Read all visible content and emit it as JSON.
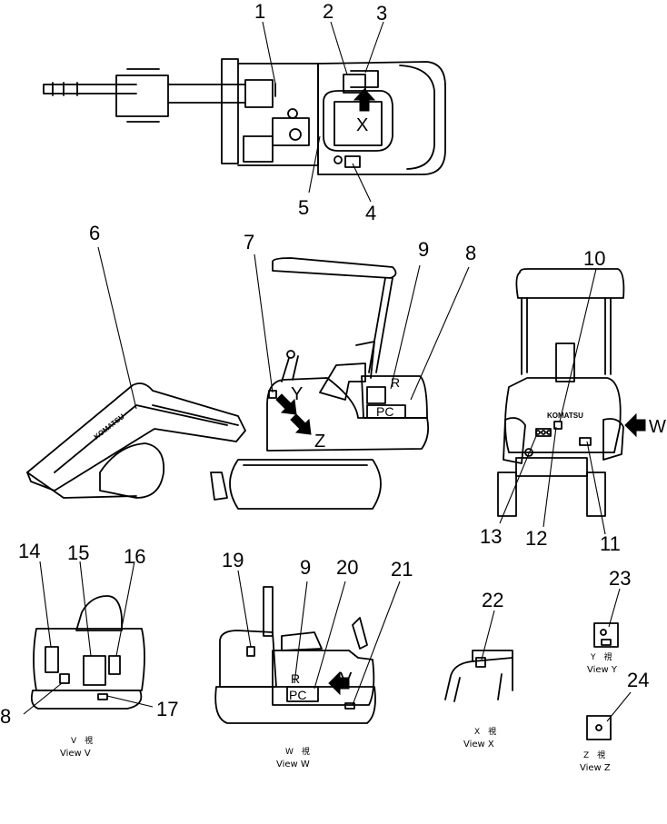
{
  "callouts": {
    "c1": "1",
    "c2": "2",
    "c3": "3",
    "c4": "4",
    "c5": "5",
    "c6": "6",
    "c7": "7",
    "c8": "8",
    "c9": "9",
    "c10": "10",
    "c11": "11",
    "c12": "12",
    "c13": "13",
    "c14": "14",
    "c15": "15",
    "c16": "16",
    "c17": "17",
    "c8b": "8",
    "c19": "19",
    "c9b": "9",
    "c20": "20",
    "c21": "21",
    "c22": "22",
    "c23": "23",
    "c24": "24"
  },
  "view_letters": {
    "x": "X",
    "y": "Y",
    "z": "Z",
    "w": "W",
    "v": "V",
    "r": "R",
    "pc": "PC",
    "r2": "R",
    "pc2": "PC"
  },
  "brand": "KOMATSU",
  "captions": {
    "v_jp": "V　視",
    "v_en": "View  V",
    "w_jp": "W　視",
    "w_en": "View  W",
    "x_jp": "X　視",
    "x_en": "View  X",
    "y_jp": "Y　視",
    "y_en": "View  Y",
    "z_jp": "Z　視",
    "z_en": "View  Z"
  }
}
